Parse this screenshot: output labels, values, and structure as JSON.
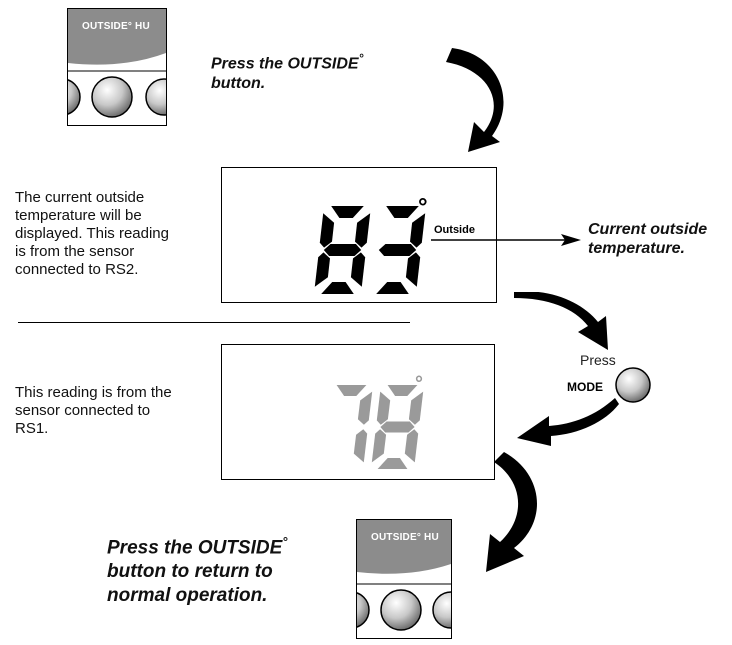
{
  "step1": {
    "instruction_line1": "Press the OUTSIDE",
    "instruction_degree": "°",
    "instruction_line2": "button.",
    "thumb_label": "OUTSIDE° HU"
  },
  "display1": {
    "value": "83",
    "degree": "°",
    "label": "Outside",
    "description": [
      "The current outside",
      "temperature will be",
      "displayed.  This reading",
      "is from the sensor",
      "connected to RS2."
    ],
    "callout": [
      "Current outside",
      "temperature."
    ]
  },
  "mode": {
    "press_label": "Press",
    "button_label": "MODE"
  },
  "display2": {
    "value": "78",
    "degree": "°",
    "description": [
      "This reading is from the",
      "sensor connected to",
      "RS1."
    ]
  },
  "step3": {
    "instruction_line1": "Press the OUTSIDE",
    "instruction_degree": "°",
    "instruction_line2": "button to return to",
    "instruction_line3": "normal operation.",
    "thumb_label": "OUTSIDE° HU"
  },
  "colors": {
    "digit_dark": "#000000",
    "digit_light": "#9a9a9a",
    "thumb_bar": "#8c8c8c"
  }
}
